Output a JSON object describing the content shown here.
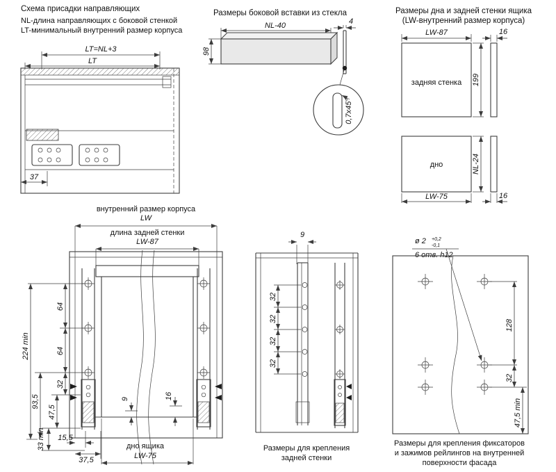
{
  "colors": {
    "line": "#3c3c3c",
    "text": "#111111",
    "panel": "#e9e9e9"
  },
  "top_left": {
    "title": "Схема присадки направляющих",
    "note_nl": "NL-длина направляющих с боковой стенкой",
    "note_lt": "LT-минимальный внутренний размер корпуса",
    "dim_lt_eq": "LT=NL+3",
    "dim_lt": "LT",
    "dim_37": "37"
  },
  "top_middle": {
    "title": "Размеры боковой вставки из стекла",
    "dim_nl40": "NL-40",
    "dim_4": "4",
    "dim_98": "98",
    "chamfer": "0,7x45°"
  },
  "top_right": {
    "title_1": "Размеры дна и задней стенки ящика",
    "title_2": "(LW-внутренний размер корпуса)",
    "dim_lw87": "LW-87",
    "dim_16_top": "16",
    "back_label": "задняя стенка",
    "dim_199": "199",
    "bottom_label": "дно",
    "dim_nl24": "NL-24",
    "dim_lw75": "LW-75",
    "dim_16_bottom": "16"
  },
  "bottom_left": {
    "label_lw": "внутренний размер корпуса",
    "dim_lw": "LW",
    "label_back": "длина задней стенки",
    "dim_lw87": "LW-87",
    "dim_224": "224 min",
    "dim_64a": "64",
    "dim_64b": "64",
    "dim_32": "32",
    "dim_93_5": "93,5",
    "dim_47_5": "47,5",
    "dim_33": "33 min",
    "dim_15_5": "15,5",
    "dim_37_5": "37,5",
    "dim_9": "9",
    "dim_16": "16",
    "label_bottom": "дно ящика",
    "dim_lw75": "LW-75"
  },
  "bottom_middle": {
    "dim_9": "9",
    "dims_32": [
      "32",
      "32",
      "32",
      "32"
    ],
    "caption_1": "Размеры для крепления",
    "caption_2": "задней стенки"
  },
  "bottom_right": {
    "hole_dia": "ø 2",
    "tol_plus": "+0,2",
    "tol_minus": "-0,1",
    "holes_note": "6 отв. h12",
    "dim_128": "128",
    "dim_32": "32",
    "dim_47_5": "47,5 min",
    "caption_1": "Размеры для крепления фиксаторов",
    "caption_2": "и зажимов рейлингов на внутренней",
    "caption_3": "поверхности фасада"
  }
}
